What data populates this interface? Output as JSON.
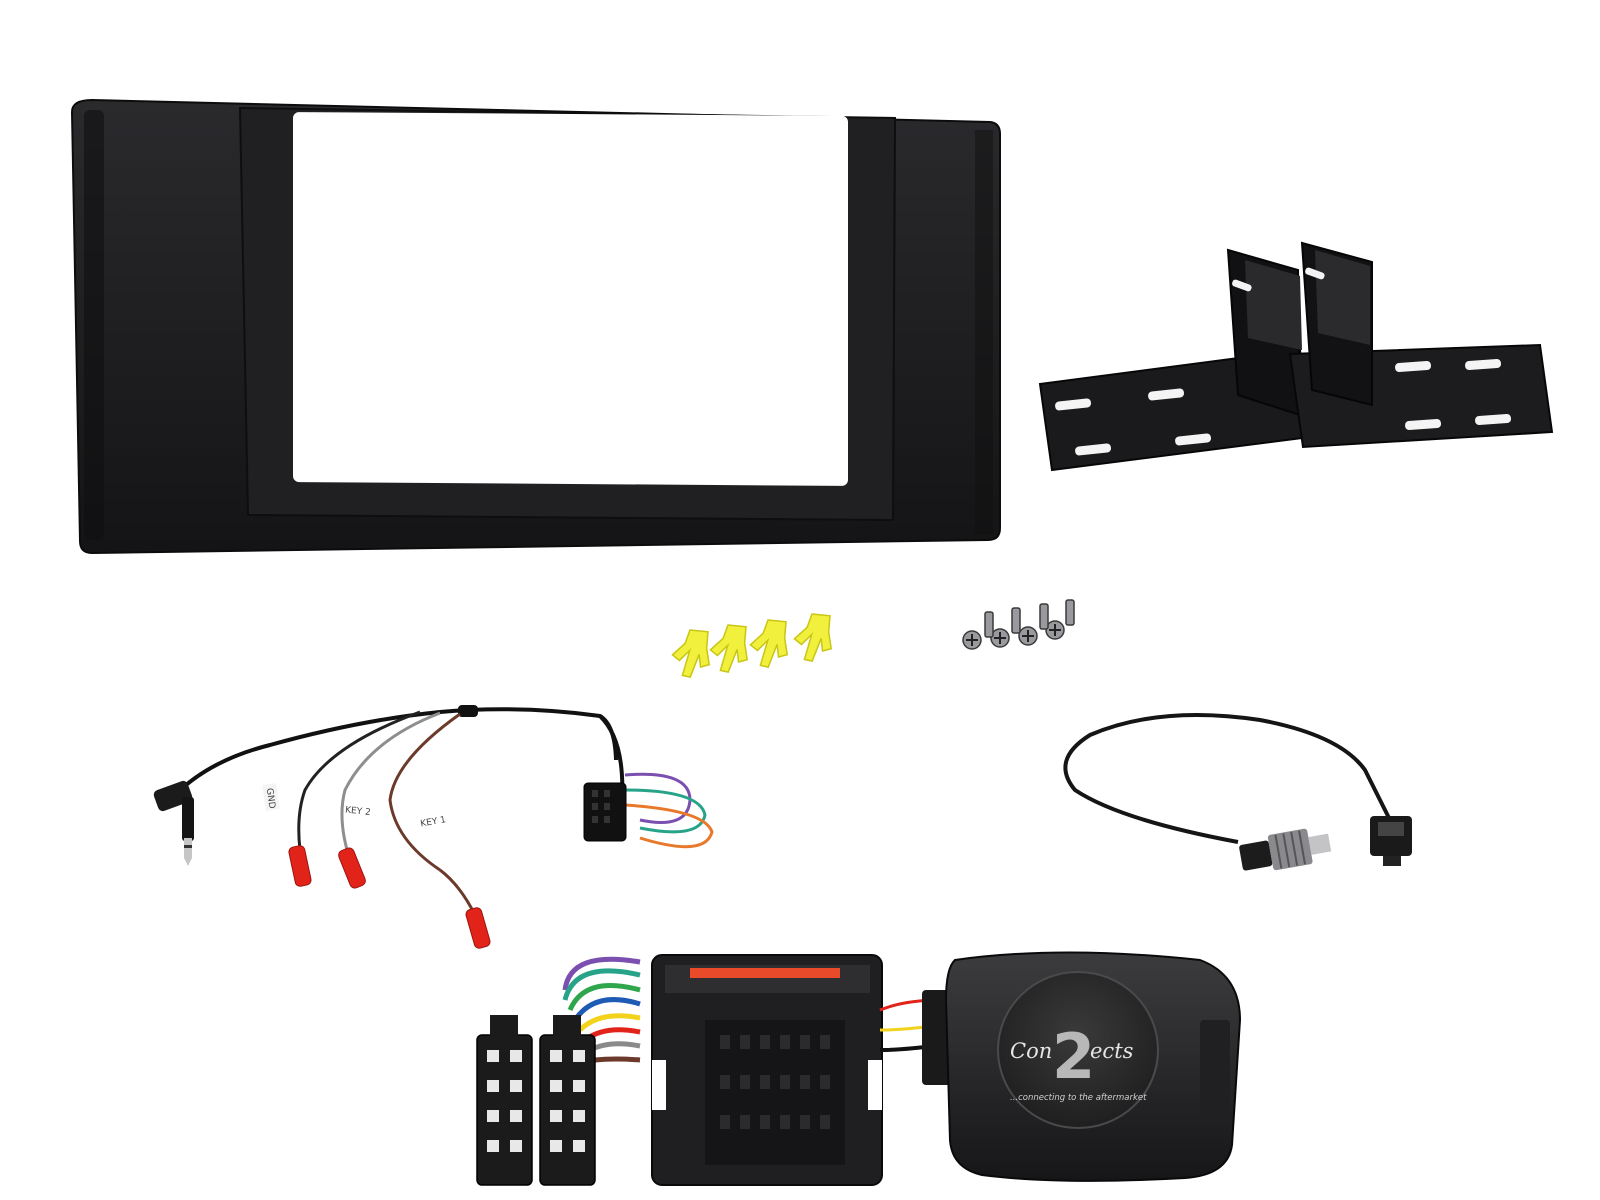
{
  "wires": {
    "gnd_label": "GND",
    "key2_label": "KEY 2",
    "key1_label": "KEY 1"
  },
  "interface_box": {
    "logo_prefix": "Con",
    "logo_number": "2",
    "logo_suffix": "ects",
    "tagline": "...connecting to the aftermarket"
  },
  "colors": {
    "fascia": "#1b1b1d",
    "bracket": "#141416",
    "yellow_clips": "#f1f03c",
    "terminal_red": "#e2231a",
    "wire_purple": "#7b4fb0",
    "wire_green": "#27a38a",
    "wire_orange": "#e8782a",
    "wire_brown": "#6b3a2a"
  }
}
